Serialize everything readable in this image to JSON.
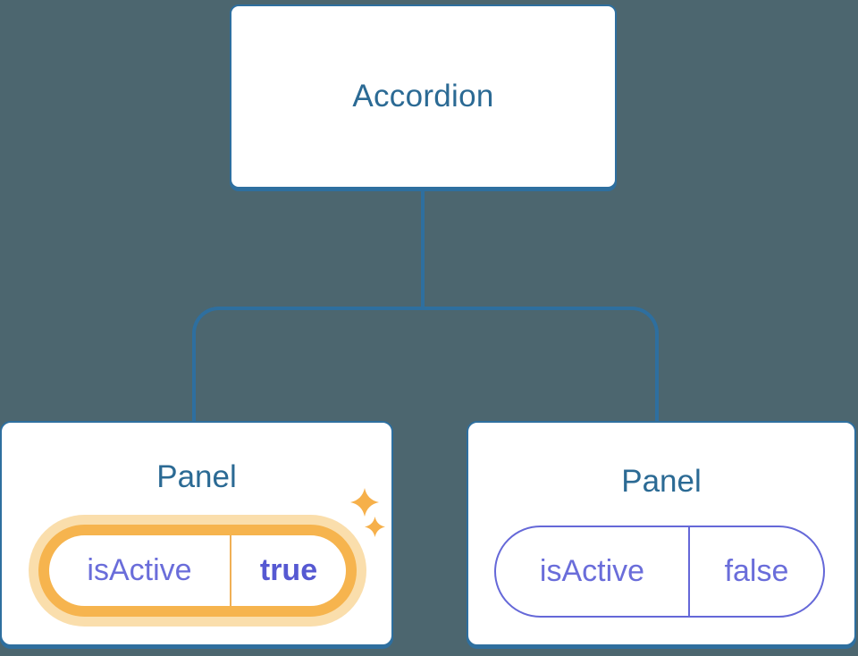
{
  "diagram": {
    "root": {
      "label": "Accordion"
    },
    "panels": [
      {
        "label": "Panel",
        "state": {
          "name": "isActive",
          "value": "true"
        },
        "highlighted": true,
        "icons": [
          "sparkle-icon-large",
          "sparkle-icon-small"
        ]
      },
      {
        "label": "Panel",
        "state": {
          "name": "isActive",
          "value": "false"
        },
        "highlighted": false
      }
    ],
    "colors": {
      "background": "#4C666F",
      "node_border": "#2E6F9F",
      "node_text": "#2B6A94",
      "state_text": "#6A6DDA",
      "state_value_active_text": "#5659D2",
      "state_border_inactive": "#6568D8",
      "highlight_orange": "#F6B44E",
      "highlight_glow": "#FADEAC",
      "divider_orange": "#F0B055",
      "sparkle": "#F6B04A"
    }
  }
}
